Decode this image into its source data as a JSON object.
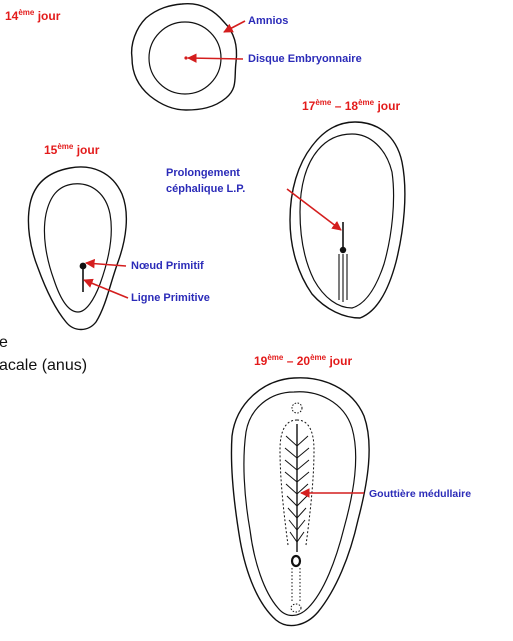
{
  "colors": {
    "day": "#e31b1b",
    "label": "#2b2bb8",
    "arrow": "#d41e1e",
    "outline": "#111111"
  },
  "days": {
    "d14": {
      "num": "14",
      "sup": "ème",
      "word": "jour"
    },
    "d15": {
      "num": "15",
      "sup": "ème",
      "word": "jour"
    },
    "d17": {
      "num1": "17",
      "sup1": "ème",
      "sep": "–",
      "num2": "18",
      "sup2": "ème",
      "word": "jour"
    },
    "d19": {
      "num1": "19",
      "sup1": "ème",
      "sep": "–",
      "num2": "20",
      "sup2": "ème",
      "word": "jour"
    }
  },
  "labels": {
    "amnios": "Amnios",
    "disque": "Disque Embryonnaire",
    "prolongement_1": "Prolongement",
    "prolongement_2": "céphalique L.P.",
    "noeud": "Nœud Primitif",
    "ligne": "Ligne Primitive",
    "gouttiere": "Gouttière médullaire"
  },
  "side_text": {
    "line1": "e",
    "line2": "acale (anus)"
  }
}
